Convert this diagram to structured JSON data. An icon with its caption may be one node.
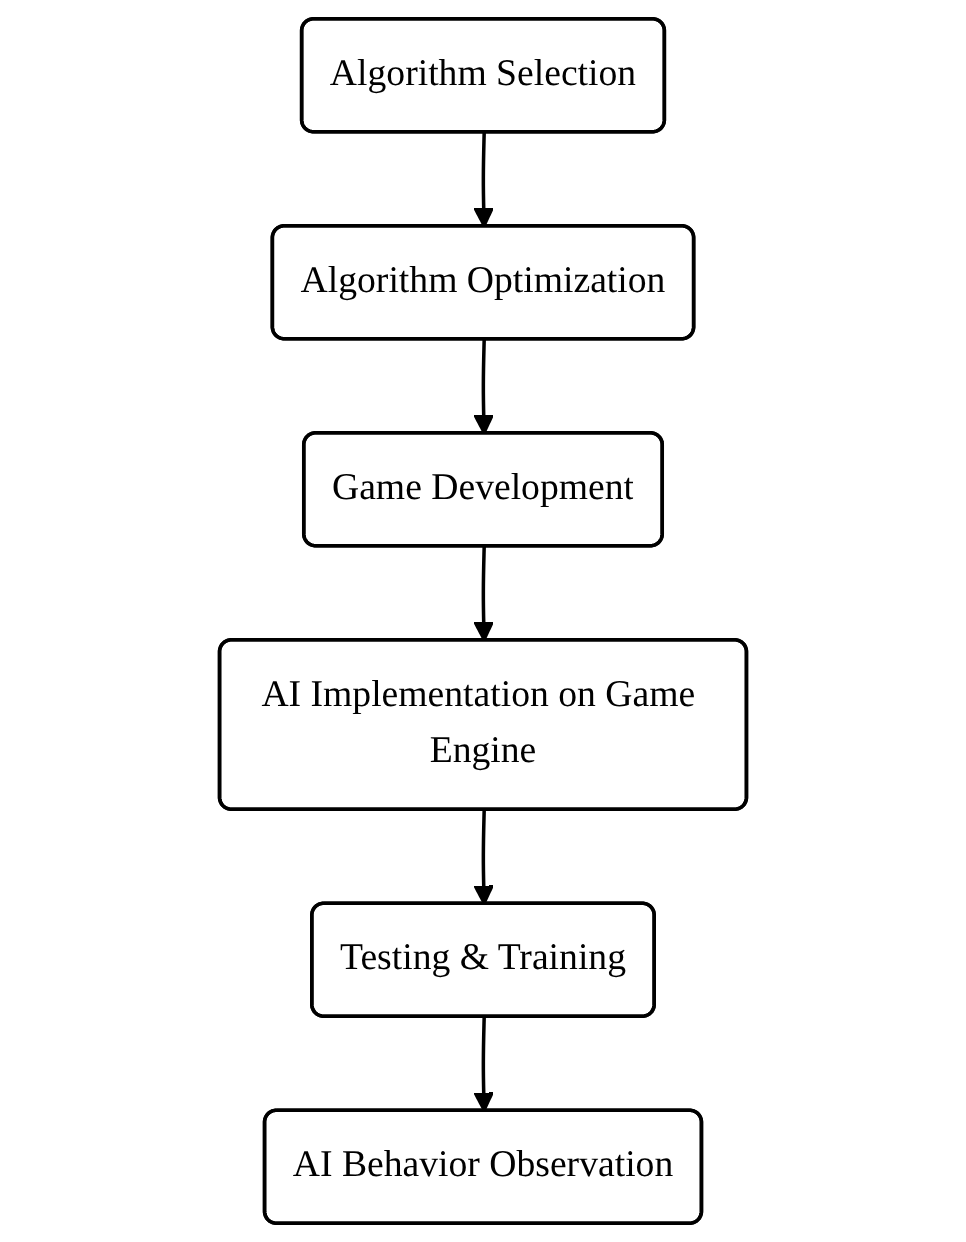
{
  "diagram": {
    "nodes": [
      {
        "text": [
          "Algorithm Selection"
        ]
      },
      {
        "text": [
          "Algorithm Optimization"
        ]
      },
      {
        "text": [
          "Game Development"
        ]
      },
      {
        "text": [
          "AI Implementation on Game Engine"
        ]
      },
      {
        "text": [
          "Testing & Training"
        ]
      },
      {
        "text": [
          "AI Behavior Observation"
        ]
      }
    ],
    "edges": [
      {
        "from": 0,
        "to": 1,
        "arrow": "to"
      },
      {
        "from": 1,
        "to": 2,
        "arrow": "to"
      },
      {
        "from": 2,
        "to": 3,
        "arrow": "to"
      },
      {
        "from": 3,
        "to": 4,
        "arrow": "to"
      },
      {
        "from": 4,
        "to": 5,
        "arrow": "to"
      }
    ]
  }
}
